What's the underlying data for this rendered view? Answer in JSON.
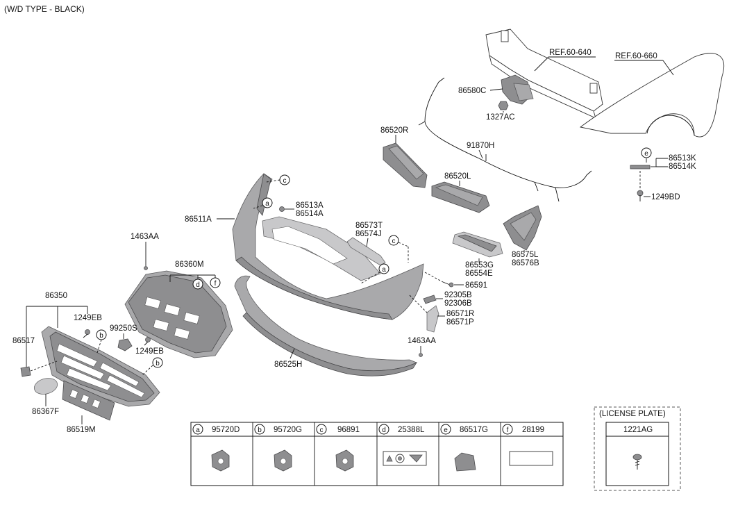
{
  "header": {
    "title": "(W/D TYPE - BLACK)"
  },
  "labels": {
    "ref_60_640": "REF.60-640",
    "ref_60_660": "REF.60-660",
    "p86580C": "86580C",
    "p1327AC": "1327AC",
    "p86520R": "86520R",
    "p91870H": "91870H",
    "p86520L": "86520L",
    "p86513K": "86513K",
    "p86514K": "86514K",
    "p1249BD": "1249BD",
    "p86513A": "86513A",
    "p86514A": "86514A",
    "p86511A": "86511A",
    "p86573T": "86573T",
    "p86574J": "86574J",
    "p86575L": "86575L",
    "p86576B": "86576B",
    "p86553G": "86553G",
    "p86554E": "86554E",
    "p86591": "86591",
    "p92305B": "92305B",
    "p92306B": "92306B",
    "p86571R": "86571R",
    "p86571P": "86571P",
    "p1463AA_top": "1463AA",
    "p1463AA_bottom": "1463AA",
    "p86360M": "86360M",
    "p86350": "86350",
    "p1249EB_top": "1249EB",
    "p1249EB_bottom": "1249EB",
    "p99250S": "99250S",
    "p86517": "86517",
    "p86367F": "86367F",
    "p86519M": "86519M",
    "p86525H": "86525H"
  },
  "callouts": [
    "a",
    "b",
    "c",
    "d",
    "e",
    "f"
  ],
  "legend": {
    "cells": [
      {
        "key": "a",
        "part": "95720D"
      },
      {
        "key": "b",
        "part": "95720G"
      },
      {
        "key": "c",
        "part": "96891"
      },
      {
        "key": "d",
        "part": "25388L"
      },
      {
        "key": "e",
        "part": "86517G"
      },
      {
        "key": "f",
        "part": "28199"
      }
    ]
  },
  "license_plate": {
    "title": "(LICENSE PLATE)",
    "part": "1221AG"
  }
}
